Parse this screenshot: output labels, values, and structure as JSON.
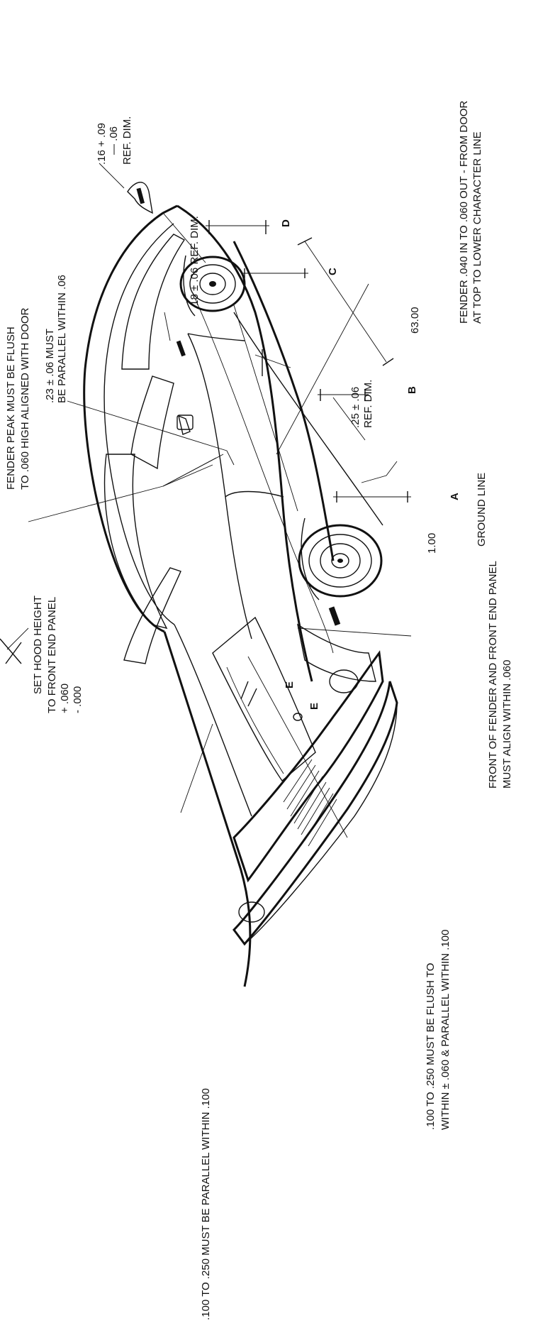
{
  "labels": {
    "fender_peak_line1": "FENDER PEAK MUST BE FLUSH",
    "fender_peak_line2": "TO .060 HIGH ALIGNED WITH DOOR",
    "dim_23_line1": ".23 ± .06 MUST",
    "dim_23_line2": "BE PARALLEL WITHIN .06",
    "hood_line1": "SET HOOD HEIGHT",
    "hood_line2": "TO FRONT END PANEL",
    "hood_line3": "+ .060",
    "hood_line4": "- .000",
    "dim_16_line1": ".16 + .09",
    "dim_16_line2": "— .06",
    "dim_16_line3": "REF. DIM.",
    "dim_18": ".18 ± .06 REF. DIM.",
    "dim_25_line1": ".25 ± .06",
    "dim_25_line2": "REF. DIM.",
    "dim_63": "63.00",
    "dim_100": "1.00",
    "ground_line": "GROUND LINE",
    "fender_040_line1": "FENDER .040 IN TO .060 OUT - FROM DOOR",
    "fender_040_line2": "AT TOP TO LOWER CHARACTER LINE",
    "front_fender_line1": "FRONT OF FENDER AND FRONT END PANEL",
    "front_fender_line2": "MUST ALIGN WITHIN .060",
    "flush_100_line1": ".100 TO .250 MUST BE FLUSH TO",
    "flush_100_line2": "WITHIN ± .060 & PARALLEL WITHIN .100",
    "parallel_100": ".100 TO .250 MUST BE PARALLEL WITHIN .100",
    "letter_a": "A",
    "letter_b": "B",
    "letter_c": "C",
    "letter_d": "D",
    "letter_e1": "E",
    "letter_e2": "E"
  }
}
